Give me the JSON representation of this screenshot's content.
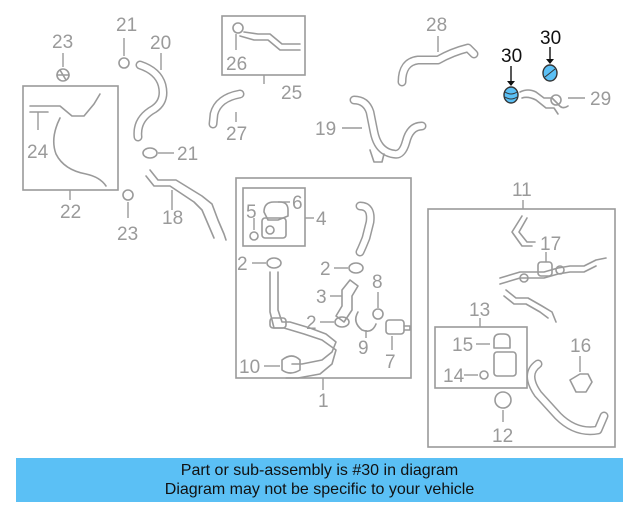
{
  "labels": {
    "p1": "1",
    "p2a": "2",
    "p2b": "2",
    "p2c": "2",
    "p3": "3",
    "p4": "4",
    "p5": "5",
    "p6": "6",
    "p7": "7",
    "p8": "8",
    "p9": "9",
    "p10": "10",
    "p11": "11",
    "p12": "12",
    "p13": "13",
    "p14": "14",
    "p15": "15",
    "p16": "16",
    "p17": "17",
    "p18": "18",
    "p19": "19",
    "p20": "20",
    "p21a": "21",
    "p21b": "21",
    "p22": "22",
    "p23a": "23",
    "p23b": "23",
    "p24": "24",
    "p25": "25",
    "p26": "26",
    "p27": "27",
    "p28": "28",
    "p29": "29",
    "p30a": "30",
    "p30b": "30"
  },
  "highlight": {
    "part": "30",
    "color": "#5bc0f5"
  },
  "banner": {
    "line1": "Part or sub-assembly is #30 in diagram",
    "line2": "Diagram may not be specific to your vehicle",
    "color": "#5bc0f5"
  }
}
